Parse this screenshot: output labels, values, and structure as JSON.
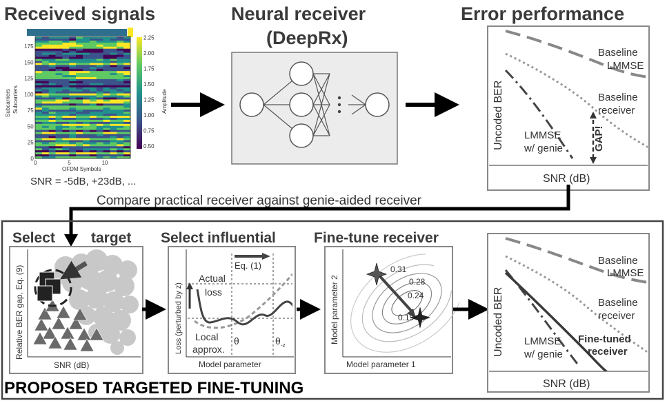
{
  "top": {
    "received_title": "Received signals",
    "neural_title": "Neural receiver",
    "neural_subtitle": "(DeepRx)",
    "error_title": "Error performance",
    "heatmap": {
      "ylabel": "Subcarriers",
      "ylabel2": "Subcarriers",
      "xlabel": "OFDM Symbols",
      "colorbar_label": "Amplitude",
      "yticks": [
        "0",
        "25",
        "50",
        "75",
        "100",
        "125",
        "150",
        "175"
      ],
      "xticks": [
        "0",
        "5",
        "10"
      ],
      "cticks": [
        "0.50",
        "0.75",
        "1.00",
        "1.25",
        "1.50",
        "1.75",
        "2.00",
        "2.25"
      ],
      "snr_text": "SNR = -5dB, +23dB, ..."
    },
    "error_plot": {
      "ylabel": "Uncoded BER",
      "xlabel": "SNR (dB)",
      "baseline_lmmse_1": "Baseline",
      "baseline_lmmse_2": "LMMSE",
      "baseline_receiver_1": "Baseline",
      "baseline_receiver_2": "receiver",
      "lmmse_genie_1": "LMMSE",
      "lmmse_genie_2": "w/ genie",
      "gap": "GAP!"
    },
    "compare_text": "Compare practical receiver against genie-aided receiver"
  },
  "bottom": {
    "select_target_title_a": "Select",
    "select_target_title_b": "target",
    "select_influential_title": "Select influential",
    "fine_tune_title": "Fine-tune receiver",
    "proposed_title": "PROPOSED TARGETED FINE-TUNING",
    "target_plot": {
      "ylabel": "Relative BER gap, Eq. (9)",
      "xlabel": "SNR (dB)"
    },
    "influence_plot": {
      "ylabel": "Loss (perturbed by z)",
      "xlabel": "Model parameter",
      "eq": "Eq. (1)",
      "actual_1": "Actual",
      "actual_2": "loss",
      "local_1": "Local",
      "local_2": "approx.",
      "theta": "θ",
      "theta_z": "θ",
      "theta_z_sub": "-z"
    },
    "contour_plot": {
      "ylabel": "Model parameter 2",
      "xlabel": "Model parameter 1",
      "levels": [
        "0.31",
        "0.28",
        "0.24",
        "0.19"
      ]
    },
    "final_plot": {
      "ylabel": "Uncoded BER",
      "xlabel": "SNR (dB)",
      "baseline_lmmse_1": "Baseline",
      "baseline_lmmse_2": "LMMSE",
      "baseline_receiver_1": "Baseline",
      "baseline_receiver_2": "receiver",
      "lmmse_genie_1": "LMMSE",
      "lmmse_genie_2": "w/ genie",
      "finetuned_1": "Fine-tuned",
      "finetuned_2": "receiver"
    }
  },
  "colors": {
    "dark": "#3a3a3a",
    "line_gray": "#7a7a7a",
    "box_bg": "#ececec",
    "light_gray": "#c8c8c8"
  }
}
